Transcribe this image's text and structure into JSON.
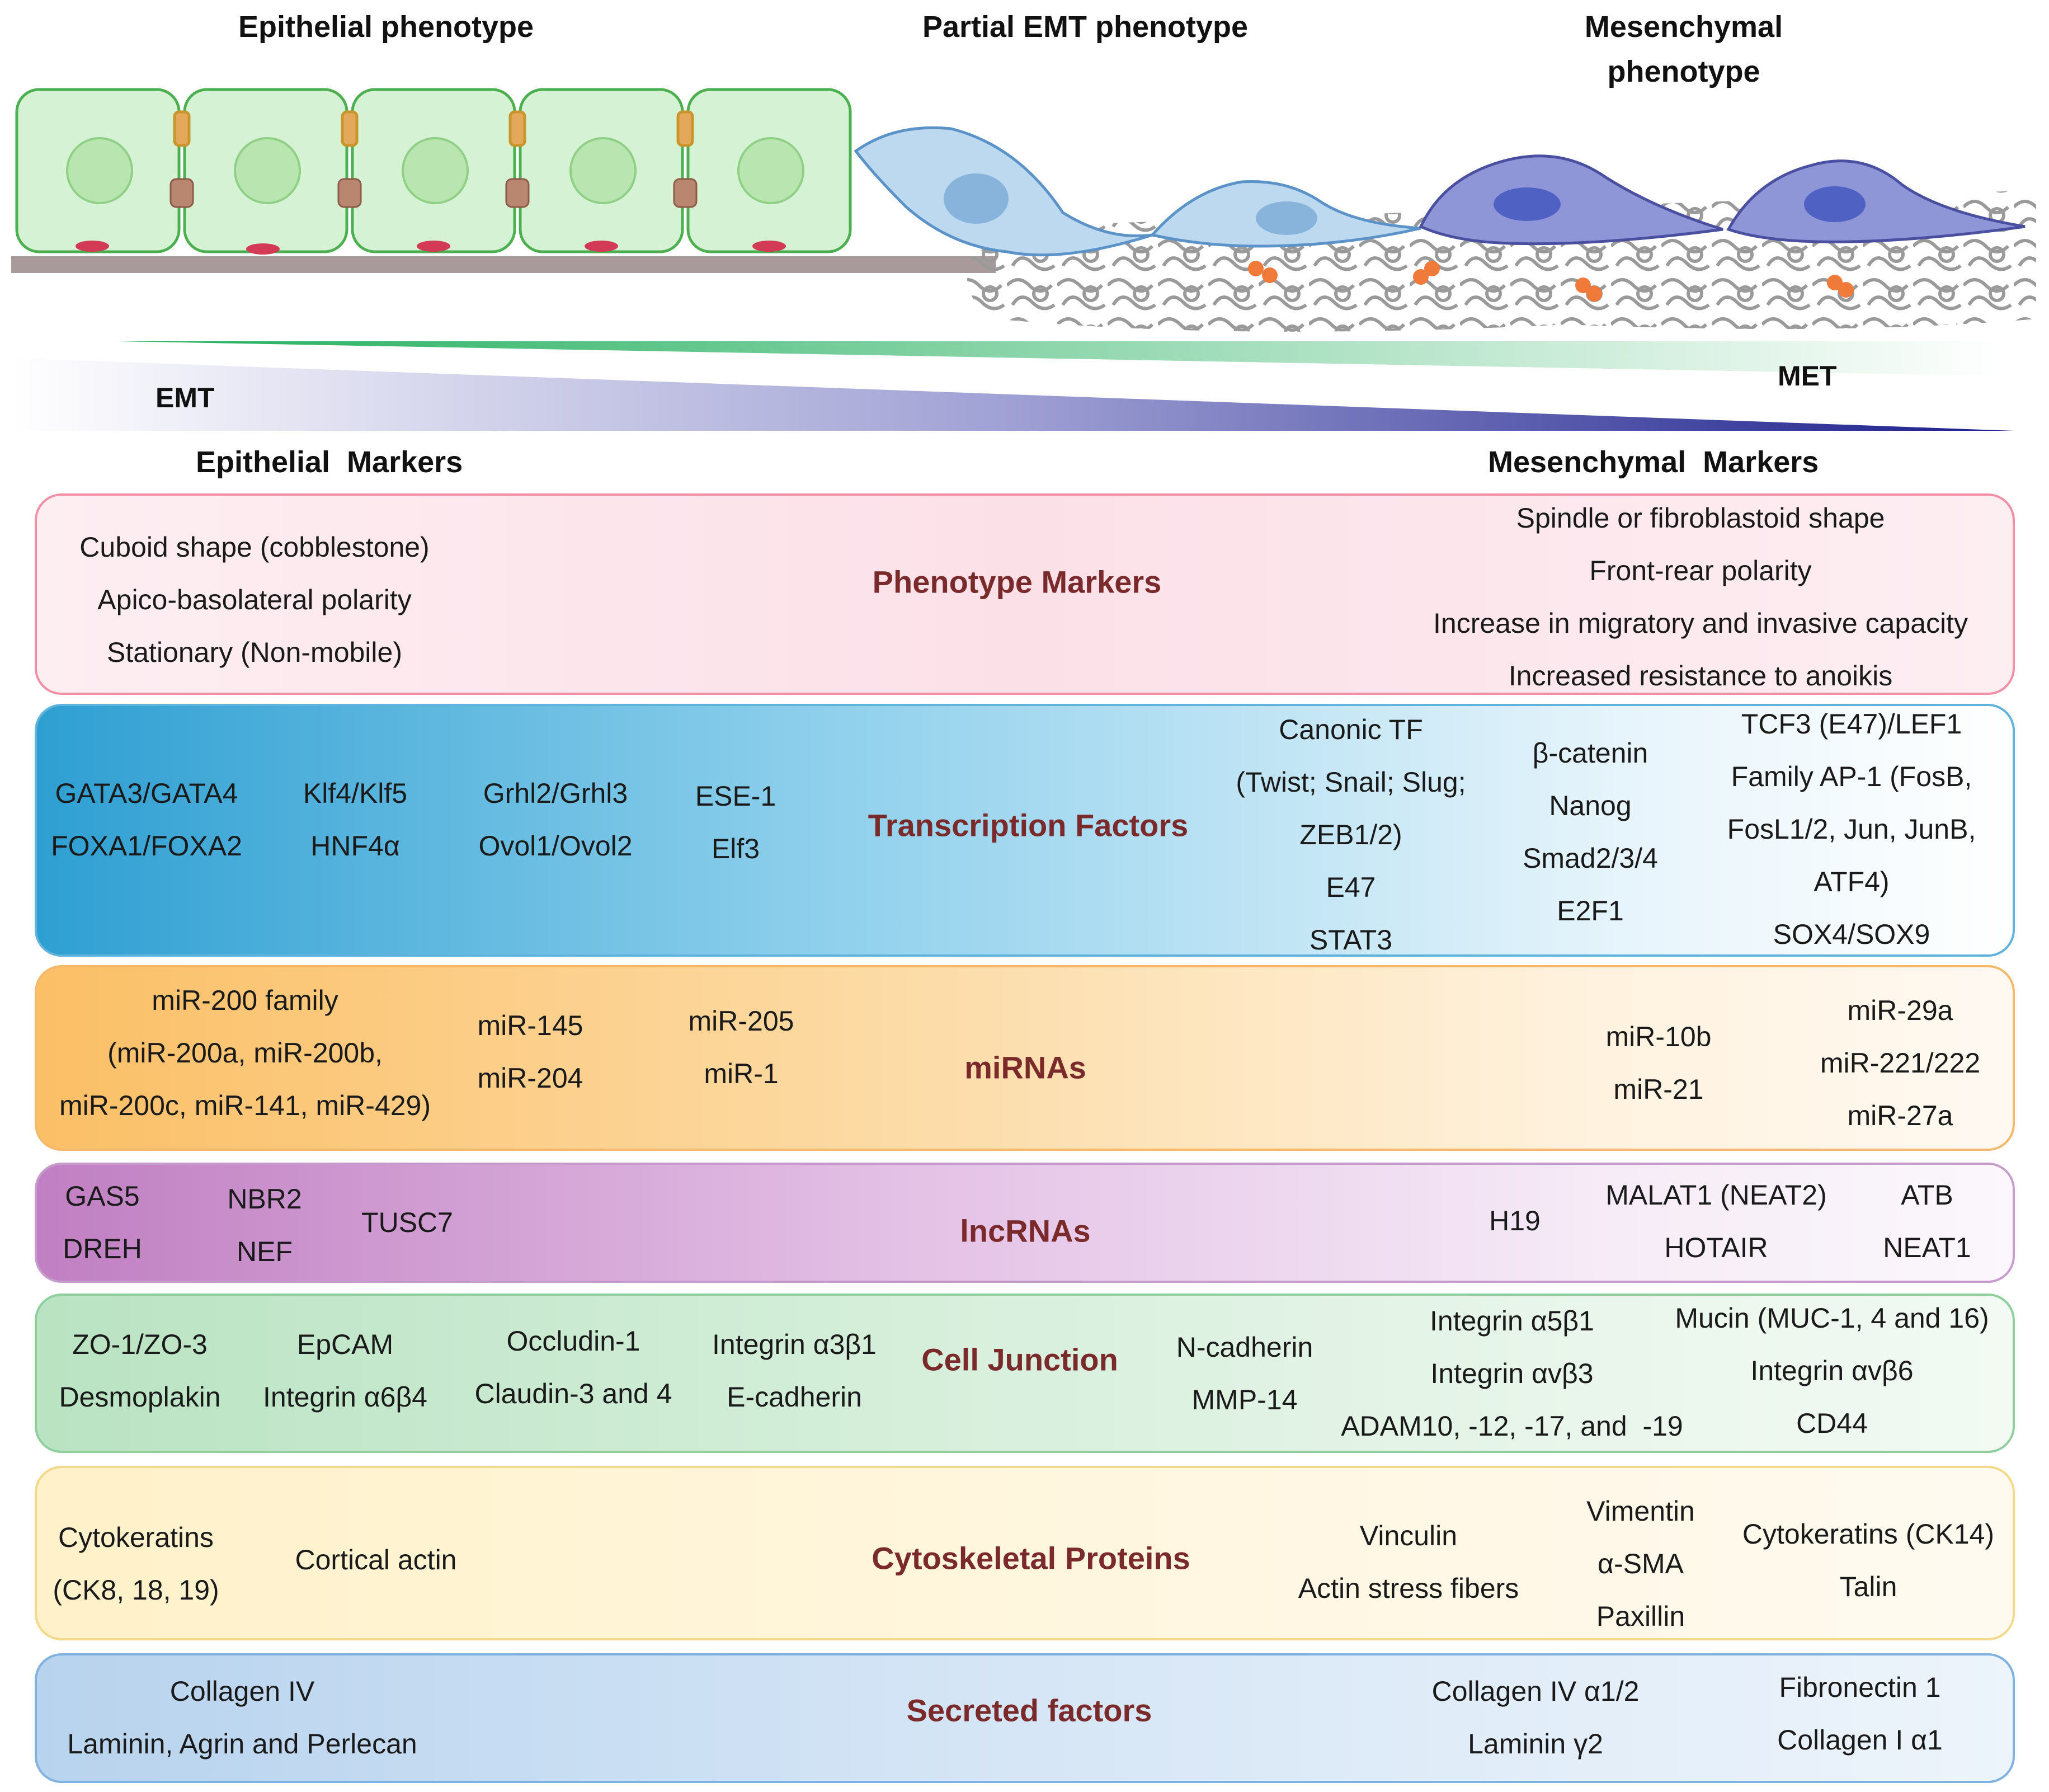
{
  "phenotypes": {
    "epithelial": "Epithelial phenotype",
    "partial": "Partial EMT phenotype",
    "mesenchymal_l1": "Mesenchymal",
    "mesenchymal_l2": "phenotype"
  },
  "gradient": {
    "emt": "EMT",
    "met": "MET"
  },
  "marker_headers": {
    "epithelial": "Epithelial  Markers",
    "mesenchymal": "Mesenchymal  Markers"
  },
  "rows": {
    "phenotype": {
      "title": "Phenotype Markers",
      "epi": [
        [
          "Cuboid shape (cobblestone)",
          "Apico-basolateral polarity",
          "Stationary (Non-mobile)"
        ]
      ],
      "mes": [
        [
          "Spindle or fibroblastoid shape",
          "Front-rear polarity",
          "Increase in migratory and invasive capacity",
          "Increased resistance to anoikis"
        ]
      ]
    },
    "tf": {
      "title": "Transcription Factors",
      "epi": [
        [
          "GATA3/GATA4",
          "FOXA1/FOXA2"
        ],
        [
          "Klf4/Klf5",
          "HNF4α"
        ],
        [
          "Grhl2/Grhl3",
          "Ovol1/Ovol2"
        ],
        [
          "ESE-1",
          "Elf3"
        ]
      ],
      "mes": [
        [
          "Canonic TF",
          "(Twist; Snail; Slug;",
          "ZEB1/2)",
          "E47",
          "STAT3"
        ],
        [
          "β-catenin",
          "Nanog",
          "Smad2/3/4",
          "E2F1"
        ],
        [
          "TCF3 (E47)/LEF1",
          "Family AP-1 (FosB,",
          "FosL1/2, Jun, JunB,",
          "ATF4)",
          "SOX4/SOX9"
        ]
      ]
    },
    "mirna": {
      "title": "miRNAs",
      "epi": [
        [
          "miR-200 family",
          "(miR-200a, miR-200b,",
          "miR-200c, miR-141, miR-429)"
        ],
        [
          "miR-145",
          "miR-204"
        ],
        [
          "miR-205",
          "miR-1"
        ]
      ],
      "mes": [
        [
          "miR-10b",
          "miR-21"
        ],
        [
          "miR-29a",
          "miR-221/222",
          "miR-27a"
        ]
      ]
    },
    "lncrna": {
      "title": "lncRNAs",
      "epi": [
        [
          "GAS5",
          "DREH"
        ],
        [
          "NBR2",
          "NEF"
        ],
        [
          "TUSC7"
        ]
      ],
      "mes": [
        [
          "H19"
        ],
        [
          "MALAT1 (NEAT2)",
          "HOTAIR"
        ],
        [
          "ATB",
          "NEAT1"
        ]
      ]
    },
    "junction": {
      "title": "Cell Junction",
      "epi": [
        [
          "ZO-1/ZO-3",
          "Desmoplakin"
        ],
        [
          "EpCAM",
          "Integrin α6β4"
        ],
        [
          "Occludin-1",
          "Claudin-3 and 4"
        ],
        [
          "Integrin α3β1",
          "E-cadherin"
        ]
      ],
      "mes": [
        [
          "N-cadherin",
          "MMP-14"
        ],
        [
          "Integrin α5β1",
          "Integrin αvβ3",
          "ADAM10, -12, -17, and  -19"
        ],
        [
          "Mucin (MUC-1, 4 and 16)",
          "Integrin αvβ6",
          "CD44"
        ]
      ]
    },
    "cyto": {
      "title": "Cytoskeletal Proteins",
      "epi": [
        [
          "Cytokeratins",
          "(CK8, 18, 19)"
        ],
        [
          "Cortical actin"
        ]
      ],
      "mes": [
        [
          "Vinculin",
          "Actin stress fibers"
        ],
        [
          "Vimentin",
          "α-SMA",
          "Paxillin"
        ],
        [
          "Cytokeratins (CK14)",
          "Talin"
        ]
      ]
    },
    "secreted": {
      "title": "Secreted factors",
      "epi": [
        [
          "Collagen IV",
          "Laminin, Agrin and Perlecan"
        ]
      ],
      "mes": [
        [
          "Collagen IV α1/2",
          "Laminin γ2"
        ],
        [
          "Fibronectin 1",
          "Collagen I α1"
        ]
      ]
    }
  },
  "colors": {
    "phenotype_bg": "#fdeef2",
    "phenotype_border": "#f08fa6",
    "tf_bg_start": "#2e9fd2",
    "tf_border": "#5fb3dc",
    "mirna_bg_start": "#fbbf66",
    "mirna_border": "#f4b96b",
    "lncrna_bg_start": "#c07fc2",
    "lncrna_border": "#c69ccc",
    "junction_bg_start": "#b9e3c2",
    "junction_border": "#8fcf9e",
    "cyto_bg": "#fff6d9",
    "cyto_border": "#f3d98a",
    "secreted_bg_start": "#b8d3ee",
    "secreted_border": "#7fb2e0",
    "category_text": "#7a2a2a",
    "emt_arrow": "#3a3aa0",
    "met_arrow": "#2db86b"
  }
}
